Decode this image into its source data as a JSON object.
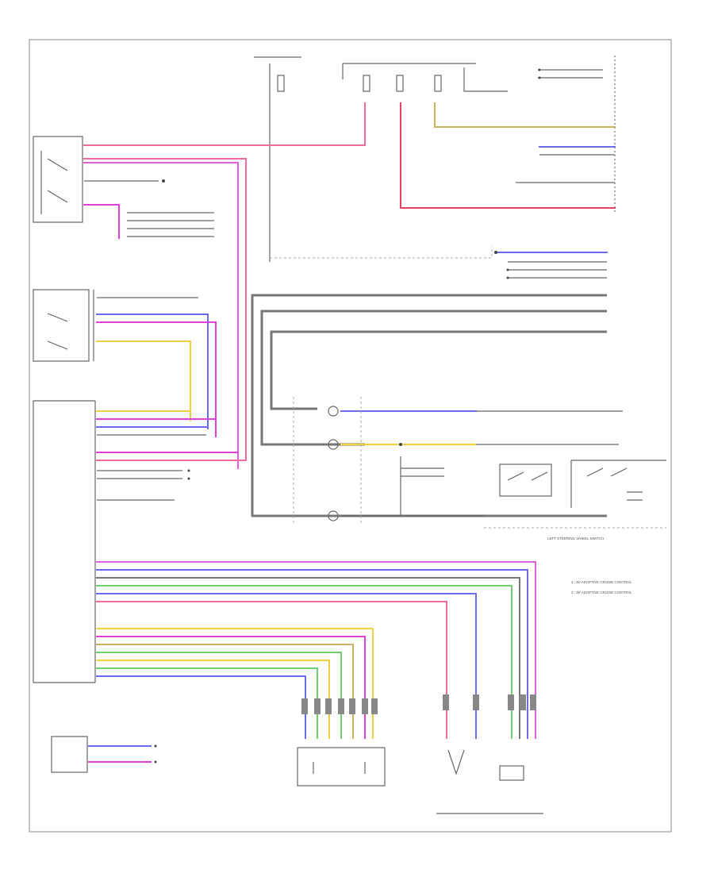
{
  "wire_colors": {
    "pink": "#f06aa0",
    "magenta": "#e040e0",
    "blue": "#6b6bf0",
    "yellow": "#f0d040",
    "olive": "#c8b060",
    "green": "#70d070",
    "gray": "#777777",
    "red": "#f04060"
  },
  "labels": {
    "left_steering_wheel_switch": "LEFT STEERING WHEEL SWITCH",
    "note_1": "1 : W/ ADAPTIVE CRUISE CONTROL",
    "note_2": "2 : W/ ADAPTIVE CRUISE CONTROL"
  }
}
